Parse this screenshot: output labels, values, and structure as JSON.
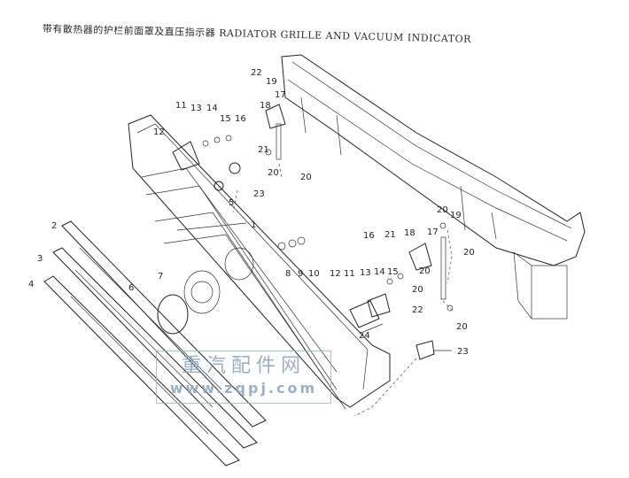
{
  "title": "带有散热器的护栏前面罩及直压指示器  RADIATOR GRILLE AND VACUUM INDICATOR",
  "watermark": {
    "text": "重汽配件网",
    "url": "www.zqpj.com"
  },
  "callouts": {
    "c1": "1",
    "c2": "2",
    "c3": "3",
    "c4": "4",
    "c5": "5",
    "c6": "6",
    "c7": "7",
    "c8": "8",
    "c9": "9",
    "c10": "10",
    "c11": "11",
    "c12": "12",
    "c13": "13",
    "c14": "14",
    "c15": "15",
    "c16": "16",
    "c17": "17",
    "c18": "18",
    "c19": "19",
    "c20": "20",
    "c21": "21",
    "c22": "22",
    "c23": "23",
    "c24": "24",
    "t12": "12",
    "t11": "11",
    "t13": "13",
    "t14": "14",
    "t15": "15",
    "t16": "16",
    "t22": "22",
    "t18": "18",
    "t19": "19",
    "t17": "17",
    "t21": "21",
    "t20a": "20",
    "t20b": "20",
    "t23": "23",
    "r20a": "20",
    "r20b": "20",
    "r20c": "20",
    "r20d": "20"
  }
}
